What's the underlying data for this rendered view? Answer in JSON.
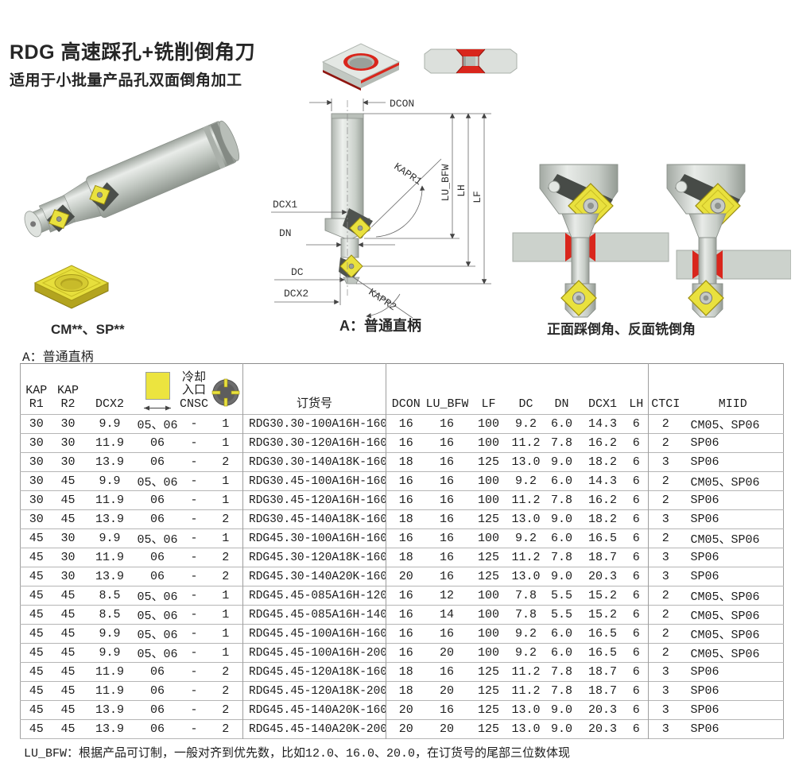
{
  "page": {
    "title": "RDG 高速踩孔+铣削倒角刀",
    "subtitle": "适用于小批量产品孔双面倒角加工"
  },
  "captions": {
    "insert_types": "CM**、SP**",
    "shank_type": "A：普通直柄",
    "application": "正面踩倒角、反面铣倒角"
  },
  "section_label": "A：普通直柄",
  "diagram": {
    "dcon": "DCON",
    "kapr1": "KAPR1",
    "lu_bfw": "LU_BFW",
    "lh": "LH",
    "lf": "LF",
    "dcx1": "DCX1",
    "dn": "DN",
    "dc": "DC",
    "dcx2": "DCX2",
    "kapr2": "KAPR2"
  },
  "icons": {
    "insert_size_icon": "yellow square insert with width dimension arrows",
    "coolant_port_icon": "dark circular port with four yellow coolant outlets"
  },
  "colors": {
    "insert_yellow": "#e9e13e",
    "chamfer_red": "#d9261c",
    "metal_light": "#e2e6e2",
    "metal_dark": "#9aa19a"
  },
  "table": {
    "headers": {
      "kap": "KAP",
      "r1": "R1",
      "r2": "R2",
      "dcx2": "DCX2",
      "coolant1": "冷却",
      "coolant2": "入口",
      "cnsc": "CNSC",
      "order": "订货号",
      "dcon": "DCON",
      "lu_bfw": "LU_BFW",
      "lf": "LF",
      "dc": "DC",
      "dn": "DN",
      "dcx1": "DCX1",
      "lh": "LH",
      "ctci": "CTCI",
      "miid": "MIID"
    },
    "rows": [
      [
        "30",
        "30",
        "9.9",
        "05、06",
        "-",
        "1",
        "RDG30.30-100A16H-160",
        "16",
        "16",
        "100",
        "9.2",
        "6.0",
        "14.3",
        "6",
        "2",
        "CM05、SP06"
      ],
      [
        "30",
        "30",
        "11.9",
        "06",
        "-",
        "1",
        "RDG30.30-120A16H-160",
        "16",
        "16",
        "100",
        "11.2",
        "7.8",
        "16.2",
        "6",
        "2",
        "SP06"
      ],
      [
        "30",
        "30",
        "13.9",
        "06",
        "-",
        "2",
        "RDG30.30-140A18K-160",
        "18",
        "16",
        "125",
        "13.0",
        "9.0",
        "18.2",
        "6",
        "3",
        "SP06"
      ],
      [
        "30",
        "45",
        "9.9",
        "05、06",
        "-",
        "1",
        "RDG30.45-100A16H-160",
        "16",
        "16",
        "100",
        "9.2",
        "6.0",
        "14.3",
        "6",
        "2",
        "CM05、SP06"
      ],
      [
        "30",
        "45",
        "11.9",
        "06",
        "-",
        "1",
        "RDG30.45-120A16H-160",
        "16",
        "16",
        "100",
        "11.2",
        "7.8",
        "16.2",
        "6",
        "2",
        "SP06"
      ],
      [
        "30",
        "45",
        "13.9",
        "06",
        "-",
        "2",
        "RDG30.45-140A18K-160",
        "18",
        "16",
        "125",
        "13.0",
        "9.0",
        "18.2",
        "6",
        "3",
        "SP06"
      ],
      [
        "45",
        "30",
        "9.9",
        "05、06",
        "-",
        "1",
        "RDG45.30-100A16H-160",
        "16",
        "16",
        "100",
        "9.2",
        "6.0",
        "16.5",
        "6",
        "2",
        "CM05、SP06"
      ],
      [
        "45",
        "30",
        "11.9",
        "06",
        "-",
        "2",
        "RDG45.30-120A18K-160",
        "18",
        "16",
        "125",
        "11.2",
        "7.8",
        "18.7",
        "6",
        "3",
        "SP06"
      ],
      [
        "45",
        "30",
        "13.9",
        "06",
        "-",
        "2",
        "RDG45.30-140A20K-160",
        "20",
        "16",
        "125",
        "13.0",
        "9.0",
        "20.3",
        "6",
        "3",
        "SP06"
      ],
      [
        "45",
        "45",
        "8.5",
        "05、06",
        "-",
        "1",
        "RDG45.45-085A16H-120",
        "16",
        "12",
        "100",
        "7.8",
        "5.5",
        "15.2",
        "6",
        "2",
        "CM05、SP06"
      ],
      [
        "45",
        "45",
        "8.5",
        "05、06",
        "-",
        "1",
        "RDG45.45-085A16H-140",
        "16",
        "14",
        "100",
        "7.8",
        "5.5",
        "15.2",
        "6",
        "2",
        "CM05、SP06"
      ],
      [
        "45",
        "45",
        "9.9",
        "05、06",
        "-",
        "1",
        "RDG45.45-100A16H-160",
        "16",
        "16",
        "100",
        "9.2",
        "6.0",
        "16.5",
        "6",
        "2",
        "CM05、SP06"
      ],
      [
        "45",
        "45",
        "9.9",
        "05、06",
        "-",
        "1",
        "RDG45.45-100A16H-200",
        "16",
        "20",
        "100",
        "9.2",
        "6.0",
        "16.5",
        "6",
        "2",
        "CM05、SP06"
      ],
      [
        "45",
        "45",
        "11.9",
        "06",
        "-",
        "2",
        "RDG45.45-120A18K-160",
        "18",
        "16",
        "125",
        "11.2",
        "7.8",
        "18.7",
        "6",
        "3",
        "SP06"
      ],
      [
        "45",
        "45",
        "11.9",
        "06",
        "-",
        "2",
        "RDG45.45-120A18K-200",
        "18",
        "20",
        "125",
        "11.2",
        "7.8",
        "18.7",
        "6",
        "3",
        "SP06"
      ],
      [
        "45",
        "45",
        "13.9",
        "06",
        "-",
        "2",
        "RDG45.45-140A20K-160",
        "20",
        "16",
        "125",
        "13.0",
        "9.0",
        "20.3",
        "6",
        "3",
        "SP06"
      ],
      [
        "45",
        "45",
        "13.9",
        "06",
        "-",
        "2",
        "RDG45.45-140A20K-200",
        "20",
        "20",
        "125",
        "13.0",
        "9.0",
        "20.3",
        "6",
        "3",
        "SP06"
      ]
    ]
  },
  "footnote": "LU_BFW：根据产品可订制，一般对齐到优先数，比如12.0、16.0、20.0，在订货号的尾部三位数体现"
}
